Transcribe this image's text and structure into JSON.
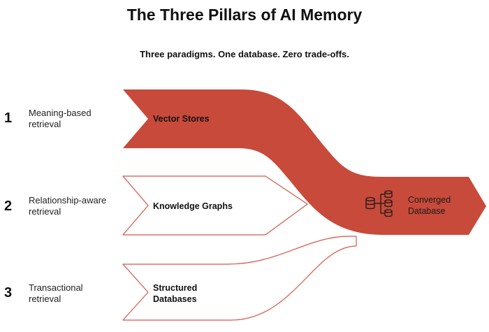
{
  "title": "The Three Pillars of AI Memory",
  "subtitle": "Three paradigms. One database. Zero trade-offs.",
  "pillars": [
    {
      "number": "1",
      "description": "Meaning-based retrieval",
      "label": "Vector Stores"
    },
    {
      "number": "2",
      "description": "Relationship-aware retrieval",
      "label": "Knowledge Graphs"
    },
    {
      "number": "3",
      "description": "Transactional retrieval",
      "label": "Structured Databases"
    }
  ],
  "converged": {
    "label": "Converged Database",
    "icon": "database-icon"
  },
  "colors": {
    "accent": "#C84A3A",
    "outline": "#D4584A",
    "text": "#111111"
  }
}
